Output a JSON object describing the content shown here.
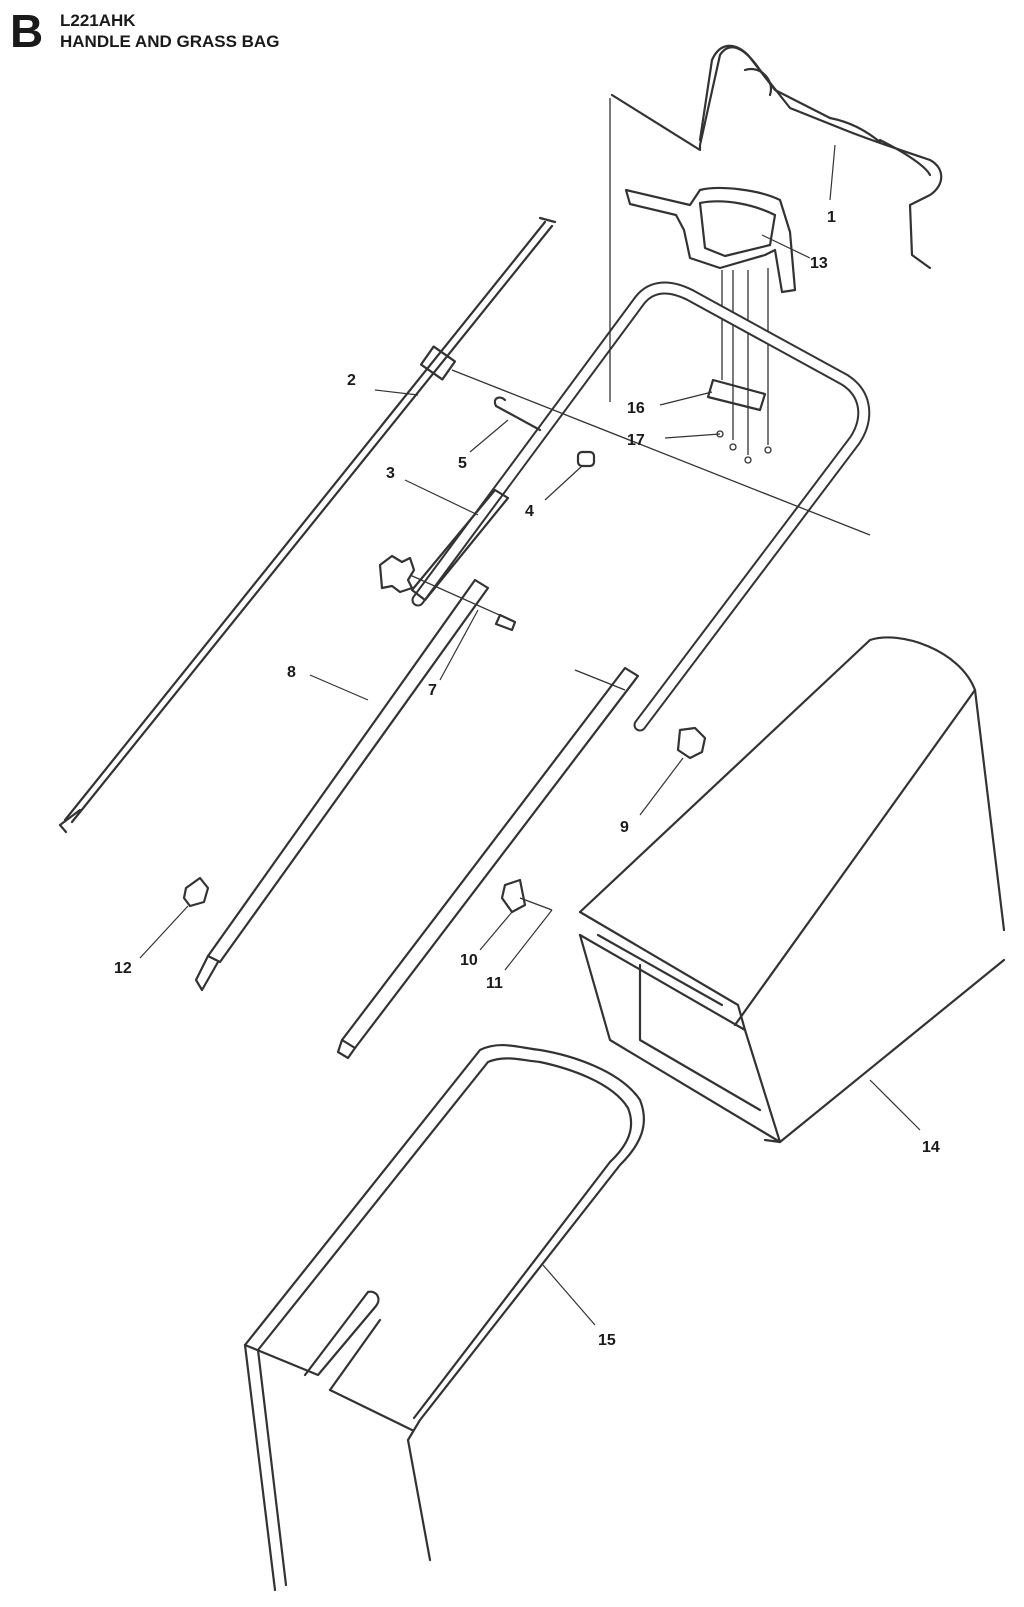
{
  "header": {
    "section_letter": "B",
    "model": "L221AHK",
    "title": "HANDLE AND GRASS BAG"
  },
  "callouts": {
    "c1": "1",
    "c2": "2",
    "c3": "3",
    "c4": "4",
    "c5": "5",
    "c7": "7",
    "c8": "8",
    "c9": "9",
    "c10": "10",
    "c11": "11",
    "c12": "12",
    "c13": "13",
    "c14": "14",
    "c15": "15",
    "c16": "16",
    "c17": "17"
  }
}
